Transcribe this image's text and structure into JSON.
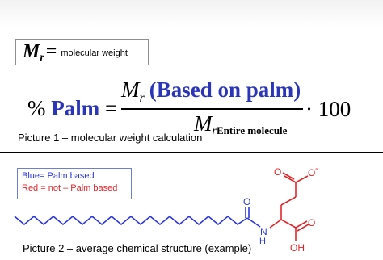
{
  "definition": {
    "symbol": "M",
    "subscript": "r",
    "equals": "=",
    "text": "molecular weight"
  },
  "formula": {
    "lhs_symbol": "%",
    "lhs_word": "Palm",
    "equals": "=",
    "numerator_symbol": "M",
    "numerator_subscript": "r",
    "numerator_text": "(Based on palm)",
    "denominator_symbol": "M",
    "denominator_subscript": "r",
    "denominator_text": "Entire molecule",
    "multiplier": "· 100"
  },
  "captions": {
    "picture1": "Picture 1 – molecular weight calculation",
    "picture2": "Picture 2 – average chemical structure (example)"
  },
  "legend": {
    "blue": "Blue= Palm based",
    "red": "Red = not – Palm based"
  },
  "structure_labels": {
    "carbonyl_o": "O",
    "amide_n": "N",
    "amide_h": "H",
    "acid_o": "O",
    "acid_oh": "OH",
    "carboxylate_o": "O",
    "carboxylate_o_minus": "O",
    "minus_sign": "-"
  },
  "colors": {
    "palm_blue": "#2a35b9",
    "chain_blue": "#2a35e0",
    "non_palm_red": "#e0262a"
  }
}
